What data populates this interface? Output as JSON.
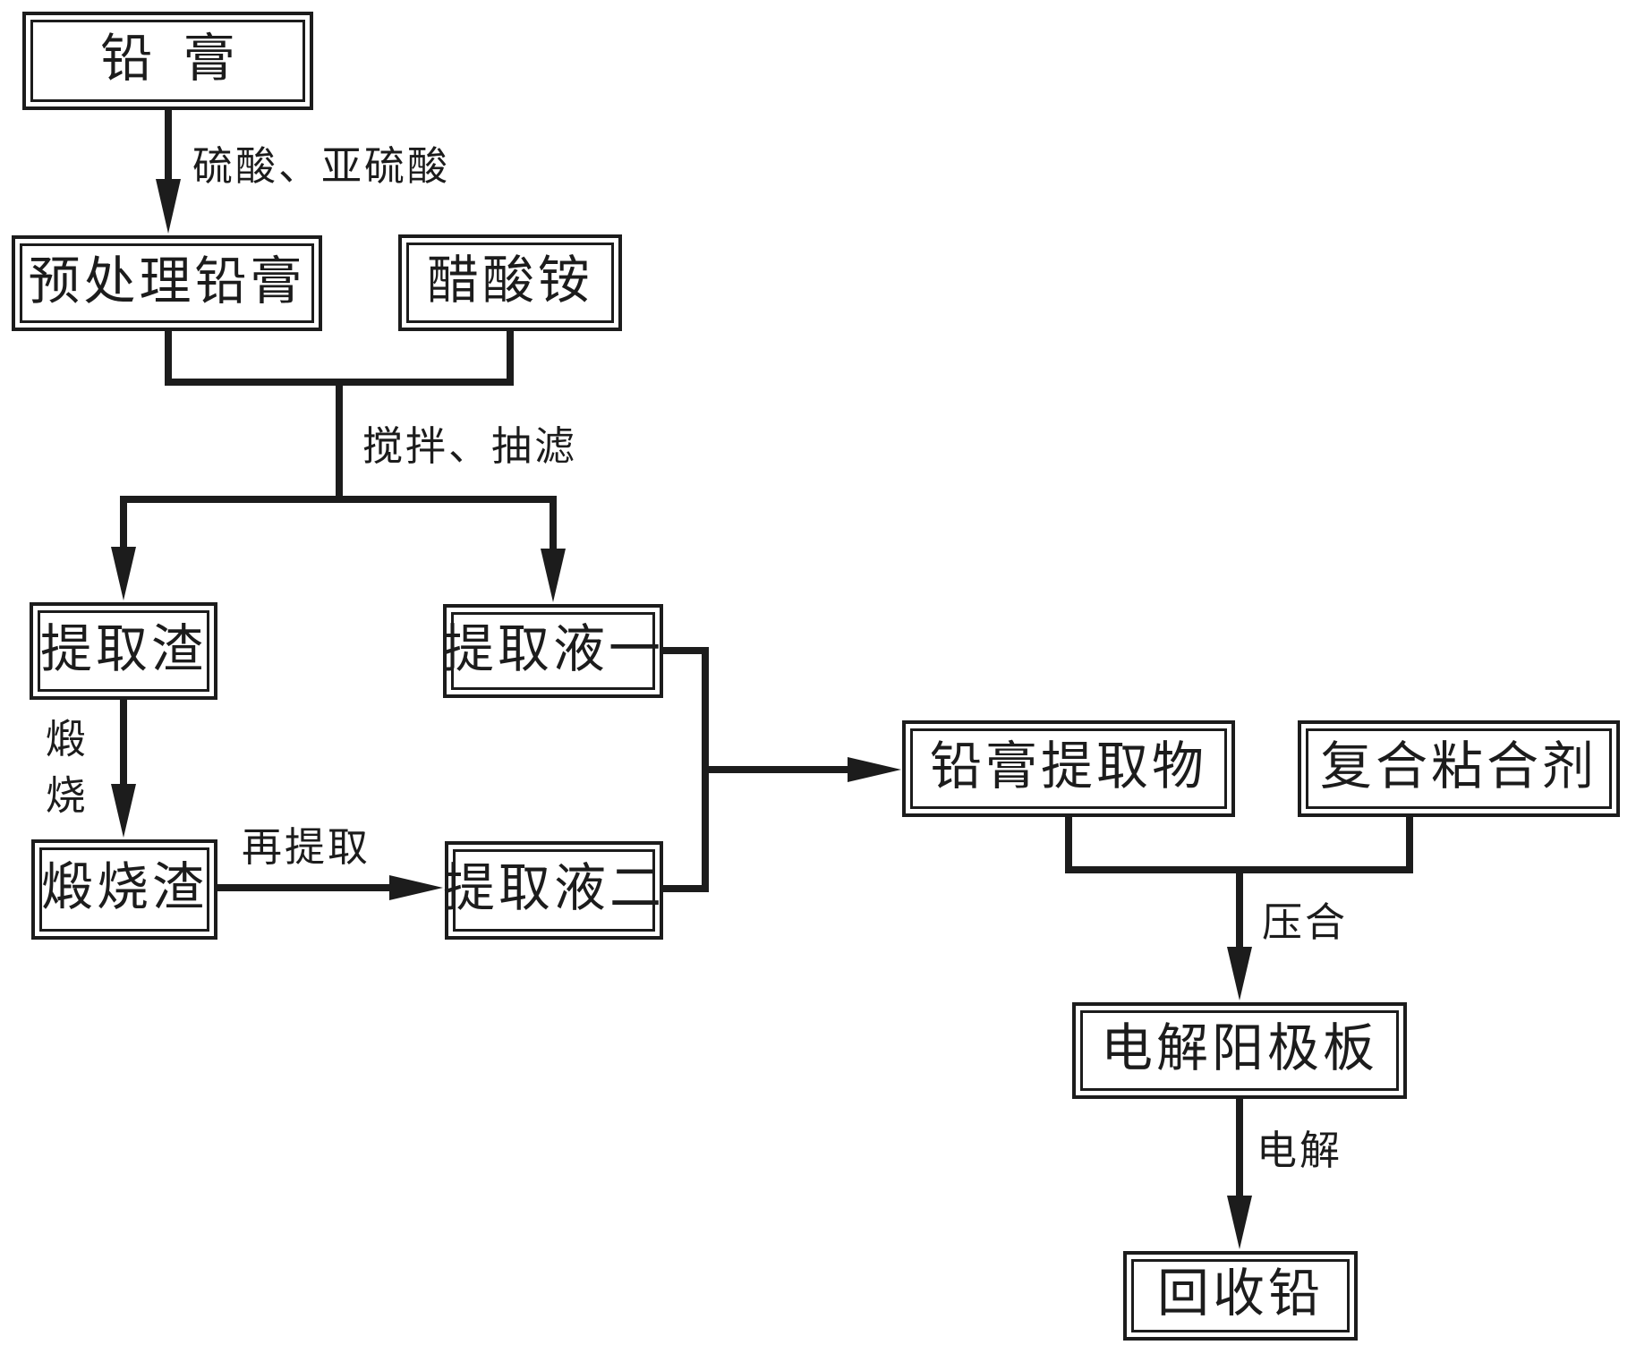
{
  "diagram": {
    "colors": {
      "ink": "#1c1c1c",
      "background": "#ffffff"
    },
    "nodes": {
      "lead_paste": "铅 膏",
      "pretreated_lead_paste": "预处理铅膏",
      "ammonium_acetate": "醋酸铵",
      "extraction_residue": "提取渣",
      "extract_liquid_1": "提取液一",
      "calcination_residue": "煅烧渣",
      "extract_liquid_2": "提取液二",
      "lead_paste_extract": "铅膏提取物",
      "composite_binder": "复合粘合剂",
      "electrolytic_anode_plate": "电解阳极板",
      "recovered_lead": "回收铅"
    },
    "edge_labels": {
      "sulfuric_acid": "硫酸、亚硫酸",
      "stir_filter": "搅拌、抽滤",
      "calcination": "煅烧",
      "re_extraction": "再提取",
      "pressing": "压合",
      "electrolysis": "电解"
    }
  }
}
